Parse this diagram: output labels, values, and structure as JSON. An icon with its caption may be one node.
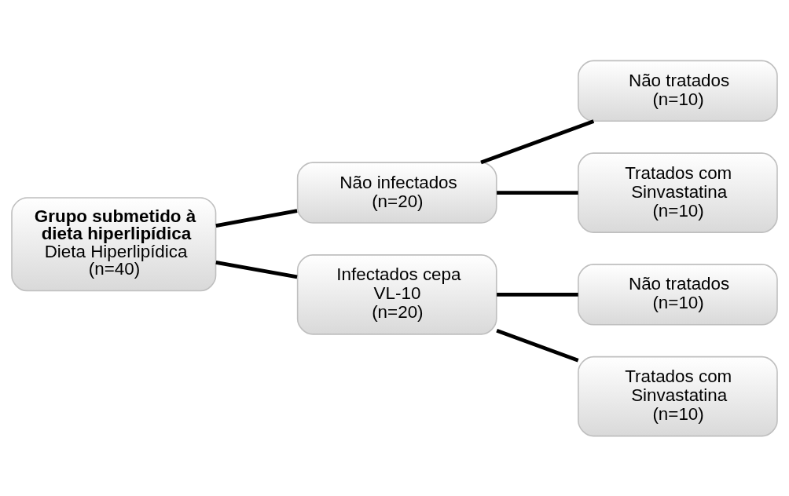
{
  "diagram": {
    "nodes": [
      {
        "text": [
          "Grupo submetido à dieta hiperlipídica",
          "Dieta Hiperlipídica",
          "(n=40)"
        ]
      },
      {
        "text": [
          "Não infectados",
          "(n=20)"
        ]
      },
      {
        "text": [
          "Infectados cepa VL-10",
          "(n=20)"
        ]
      },
      {
        "text": [
          "Não tratados",
          "(n=10)"
        ]
      },
      {
        "text": [
          "Tratados com Sinvastatina",
          "(n=10)"
        ]
      },
      {
        "text": [
          "Não tratados",
          "(n=10)"
        ]
      },
      {
        "text": [
          "Tratados com Sinvastatina",
          "(n=10)"
        ]
      }
    ],
    "edges": [
      {
        "from": 0,
        "to": 1,
        "arrow": "none"
      },
      {
        "from": 0,
        "to": 2,
        "arrow": "none"
      },
      {
        "from": 1,
        "to": 3,
        "arrow": "none"
      },
      {
        "from": 1,
        "to": 4,
        "arrow": "none"
      },
      {
        "from": 2,
        "to": 5,
        "arrow": "none"
      },
      {
        "from": 2,
        "to": 6,
        "arrow": "none"
      }
    ]
  }
}
